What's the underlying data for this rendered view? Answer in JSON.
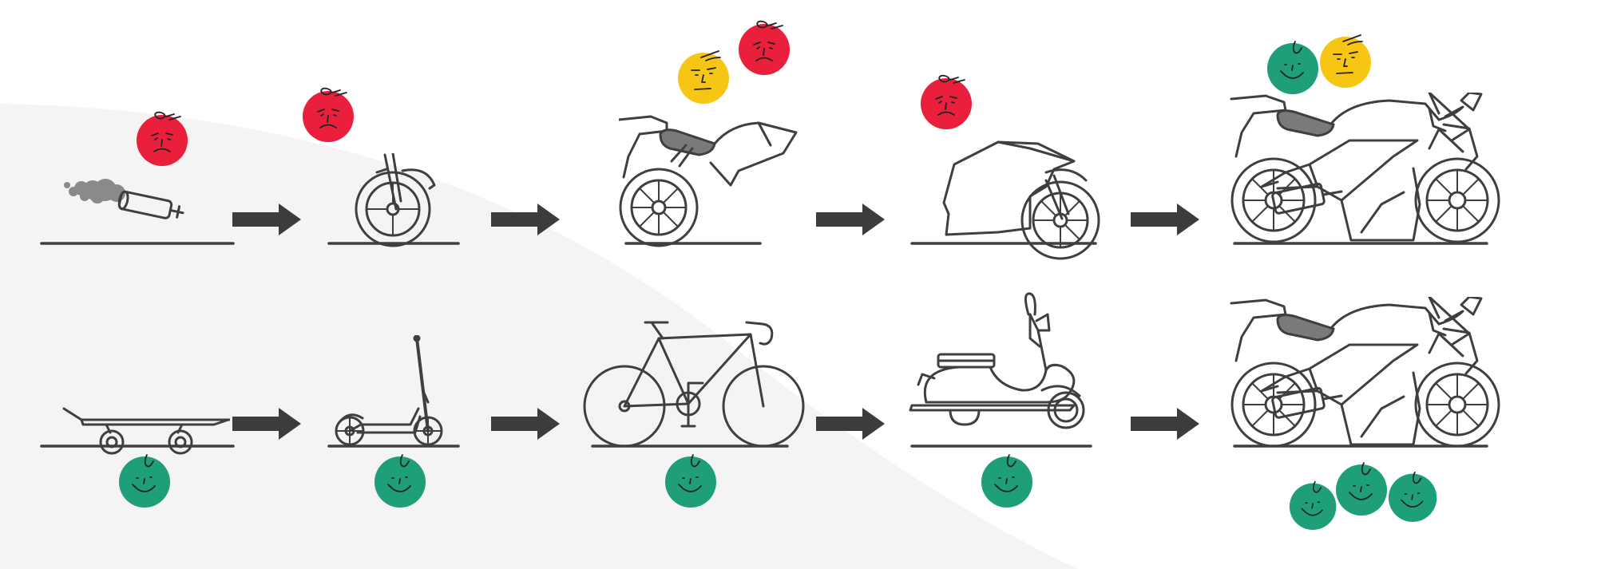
{
  "colors": {
    "background": "#ffffff",
    "curve_region": "#f4f4f4",
    "line": "#3f3f3f",
    "arrow": "#3c3c3c",
    "unhappy": "#ea1f3b",
    "neutral": "#f7c514",
    "happy": "#1e9e79",
    "seat": "#7a7a7a",
    "smoke": "#8a8a8a"
  },
  "rows": [
    {
      "id": "top",
      "stages": [
        {
          "icon": "exhaust-pipe-icon",
          "faces": [
            "unhappy"
          ]
        },
        {
          "icon": "front-wheel-icon",
          "faces": [
            "unhappy"
          ]
        },
        {
          "icon": "half-motorcycle-icon",
          "faces": [
            "neutral",
            "unhappy"
          ]
        },
        {
          "icon": "rear-wheel-fairing-icon",
          "faces": [
            "unhappy"
          ]
        },
        {
          "icon": "motorcycle-icon",
          "faces": [
            "happy",
            "neutral"
          ]
        }
      ]
    },
    {
      "id": "bottom",
      "stages": [
        {
          "icon": "skateboard-icon",
          "faces": [
            "happy"
          ]
        },
        {
          "icon": "kick-scooter-icon",
          "faces": [
            "happy"
          ]
        },
        {
          "icon": "bicycle-icon",
          "faces": [
            "happy"
          ]
        },
        {
          "icon": "vespa-scooter-icon",
          "faces": [
            "happy"
          ]
        },
        {
          "icon": "motorcycle-icon",
          "faces": [
            "happy",
            "happy",
            "happy"
          ]
        }
      ]
    }
  ]
}
